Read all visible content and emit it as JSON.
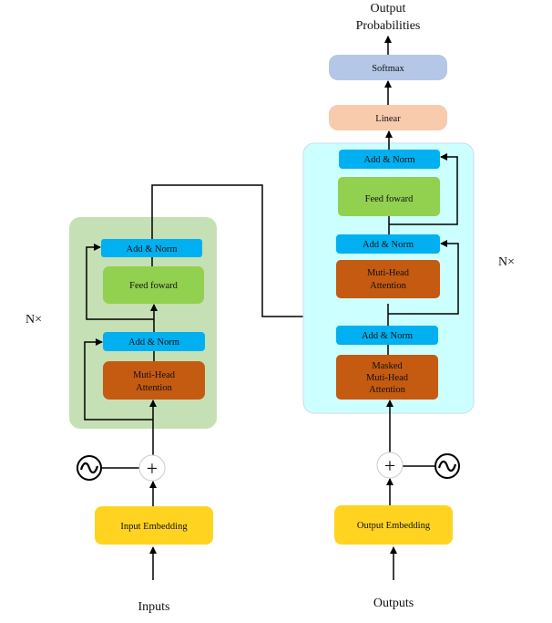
{
  "encoder": {
    "repeat_label": "N×",
    "add_norm_top": "Add & Norm",
    "feed_forward": "Feed foward",
    "add_norm_bottom": "Add & Norm",
    "attention": [
      "Muti-Head",
      "Attention"
    ],
    "embedding": "Input Embedding",
    "input_label": "Inputs"
  },
  "decoder": {
    "repeat_label": "N×",
    "add_norm_top": "Add & Norm",
    "feed_forward": "Feed foward",
    "add_norm_mid": "Add & Norm",
    "attention": [
      "Muti-Head",
      "Attention"
    ],
    "add_norm_bottom": "Add & Norm",
    "masked_attention": [
      "Masked",
      "Muti-Head",
      "Attention"
    ],
    "embedding": "Output Embedding",
    "output_label": "Outputs",
    "linear": "Linear",
    "softmax": "Softmax",
    "probabilities": [
      "Output",
      "Probabilities"
    ]
  },
  "symbols": {
    "plus": "+",
    "positional_encoding": "~"
  },
  "colors": {
    "encoder_bg": "#c5e0b4",
    "decoder_bg": "#ccffff",
    "add_norm": "#00b0f0",
    "feed_forward": "#92d050",
    "attention": "#c55a11",
    "embedding": "#ffd320",
    "linear": "#f8cbad",
    "softmax": "#b4c7e7"
  }
}
